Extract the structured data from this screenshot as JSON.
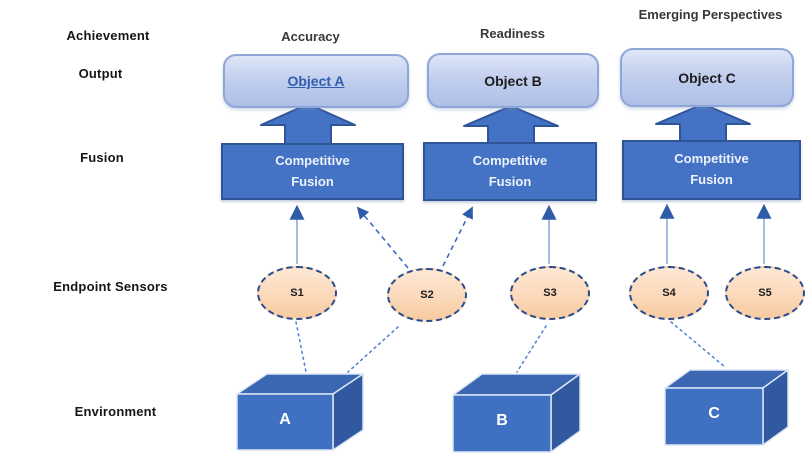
{
  "diagram": {
    "title_hint": "Competitive sensor fusion architecture diagram",
    "row_labels": {
      "achievement": "Achievement",
      "output": "Output",
      "fusion": "Fusion",
      "endpoint_sensors": "Endpoint Sensors",
      "environment": "Environment"
    },
    "columns": [
      {
        "achievement_label": "Accuracy",
        "output_label": "Object A",
        "fusion_label": "Competitive Fusion",
        "cube_label": "A"
      },
      {
        "achievement_label": "Readiness",
        "output_label": "Object B",
        "fusion_label": "Competitive Fusion",
        "cube_label": "B"
      },
      {
        "achievement_label": "Emerging Perspectives",
        "output_label": "Object C",
        "fusion_label": "Competitive Fusion",
        "cube_label": "C"
      }
    ],
    "sensors": [
      {
        "label": "S1"
      },
      {
        "label": "S2"
      },
      {
        "label": "S3"
      },
      {
        "label": "S4"
      },
      {
        "label": "S5"
      }
    ],
    "connections": [
      {
        "from": "Environment A",
        "to": "Sensor S1",
        "style": "dotted-line"
      },
      {
        "from": "Environment A",
        "to": "Sensor S2",
        "style": "dotted-line"
      },
      {
        "from": "Environment B",
        "to": "Sensor S3",
        "style": "dotted-line"
      },
      {
        "from": "Environment C",
        "to": "Sensor S4",
        "style": "dotted-line"
      },
      {
        "from": "Sensor S1",
        "to": "Competitive Fusion A",
        "style": "solid-arrow"
      },
      {
        "from": "Sensor S2",
        "to": "Competitive Fusion A",
        "style": "dashed-arrow"
      },
      {
        "from": "Sensor S2",
        "to": "Competitive Fusion B",
        "style": "dashed-arrow"
      },
      {
        "from": "Sensor S3",
        "to": "Competitive Fusion B",
        "style": "solid-arrow"
      },
      {
        "from": "Sensor S4",
        "to": "Competitive Fusion C",
        "style": "solid-arrow"
      },
      {
        "from": "Sensor S5",
        "to": "Competitive Fusion C",
        "style": "solid-arrow"
      },
      {
        "from": "Competitive Fusion A",
        "to": "Object A",
        "style": "block-arrow"
      },
      {
        "from": "Competitive Fusion B",
        "to": "Object B",
        "style": "block-arrow"
      },
      {
        "from": "Competitive Fusion C",
        "to": "Object C",
        "style": "block-arrow"
      }
    ],
    "colors": {
      "primary_blue": "#4472C4",
      "dark_blue_border": "#2F5597",
      "object_box_fill": "#BCC8E9",
      "object_box_border": "#8FA6D9",
      "object_a_text": "#2E5EAC",
      "sensor_fill": "#FBD9BA",
      "sensor_border": "#2A4B8D",
      "connector_light": "#A3BCE6",
      "connector_blue": "#3C6BC0",
      "cube_front": "#3F70C1",
      "cube_top": "#3A66B2",
      "cube_side": "#30599F"
    }
  }
}
